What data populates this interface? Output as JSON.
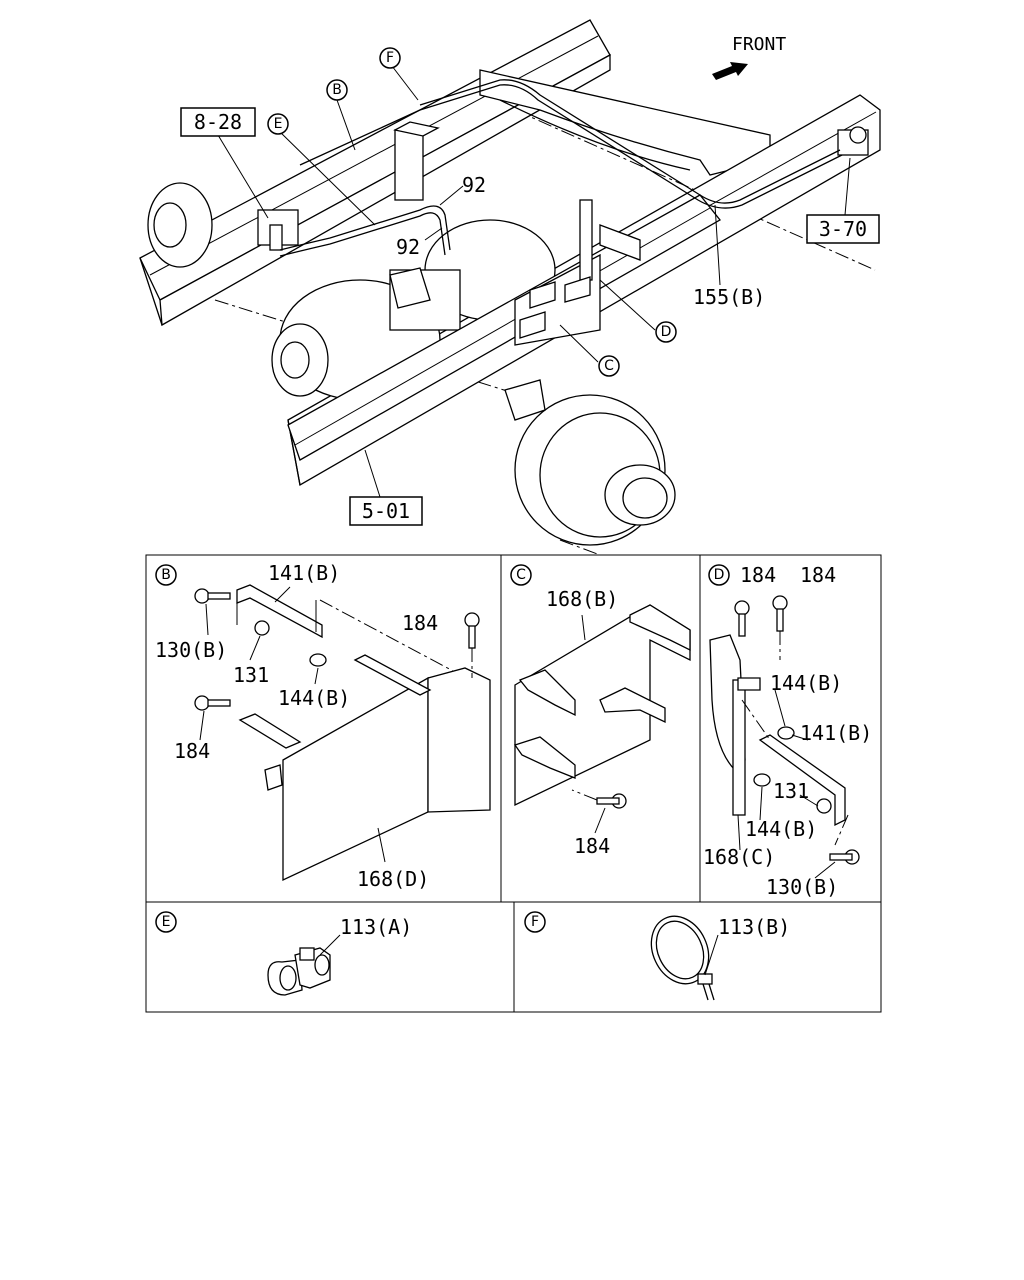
{
  "labels": {
    "front": "FRONT",
    "ref_8_28": "8-28",
    "ref_3_70": "3-70",
    "ref_5_01": "5-01",
    "callout_b": "B",
    "callout_c": "C",
    "callout_d": "D",
    "callout_e": "E",
    "callout_f": "F",
    "p92_upper": "92",
    "p92_lower": "92",
    "p155b": "155(B)"
  },
  "panel_b": {
    "tag": "B",
    "p141b": "141(B)",
    "p184_top": "184",
    "p130b": "130(B)",
    "p131": "131",
    "p144b": "144(B)",
    "p184_left": "184",
    "p168d": "168(D)"
  },
  "panel_c": {
    "tag": "C",
    "p168b": "168(B)",
    "p184": "184"
  },
  "panel_d": {
    "tag": "D",
    "p184_a": "184",
    "p184_b": "184",
    "p144b_top": "144(B)",
    "p141b": "141(B)",
    "p131": "131",
    "p144b_low": "144(B)",
    "p168c": "168(C)",
    "p130b": "130(B)"
  },
  "panel_e": {
    "tag": "E",
    "p113a": "113(A)"
  },
  "panel_f": {
    "tag": "F",
    "p113b": "113(B)"
  }
}
